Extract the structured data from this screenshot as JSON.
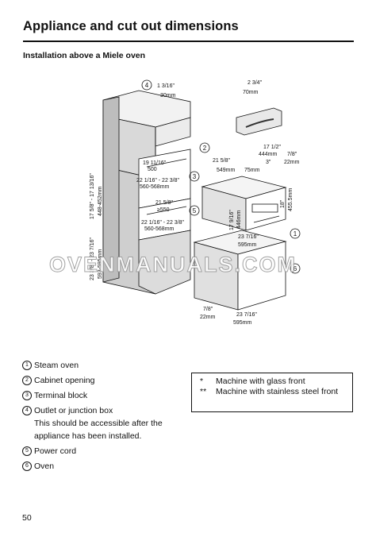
{
  "header": {
    "title": "Appliance and cut out dimensions",
    "subtitle": "Installation above a Miele oven"
  },
  "figure": {
    "callout_numbers": [
      "1",
      "2",
      "3",
      "4",
      "5",
      "6"
    ],
    "dimensions": {
      "top_width_in": "1 3/16\"",
      "top_width_mm": "30mm",
      "handle_depth_in": "2 3/4\"",
      "handle_depth_mm": "70mm",
      "appl_depth_in": "17 1/2\"",
      "appl_depth_mm": "444mm",
      "front_in": "7/8\"",
      "front_mm": "22mm",
      "cab_depth_in": "21 5/8\"",
      "cab_depth_mm": "549mm",
      "panel_in": "3\"",
      "panel_mm": "75mm",
      "height_in": "18\"",
      "height_mm": "455.5mm",
      "opening_depth_in": "19 11/16\"",
      "opening_depth_mm": "500",
      "opening_width_in": "22 1/16\" - 22 3/8\"",
      "opening_width_mm": "560-568mm",
      "mid_depth_in": "21 5/8\"",
      "mid_depth_mm": "≥550",
      "mid_width_in": "22 1/16\" - 22 3/8\"",
      "mid_width_mm": "560-568mm",
      "front_height_in": "17 9/16\"",
      "front_height_mm": "446mm",
      "width_in": "23 7/16\"",
      "width_mm": "595mm",
      "niche_upper_in": "17 5/8\" - 17 13/16\"",
      "niche_upper_mm": "448-452mm",
      "niche_lower_in": "23 3/8\" - 23 7/16\"",
      "niche_lower_mm": "593-595mm",
      "oven_front_in": "7/8\"",
      "oven_front_mm": "22mm",
      "oven_width_in": "23 7/16\"",
      "oven_width_mm": "595mm"
    }
  },
  "watermark": "OVENMANUALS.COM",
  "legend": [
    {
      "num": "1",
      "text": "Steam oven"
    },
    {
      "num": "2",
      "text": "Cabinet opening"
    },
    {
      "num": "3",
      "text": "Terminal block"
    },
    {
      "num": "4",
      "text": "Outlet or junction box\nThis should be accessible after the\nappliance has been installed."
    },
    {
      "num": "5",
      "text": "Power cord"
    },
    {
      "num": "6",
      "text": "Oven"
    }
  ],
  "notes": [
    {
      "mark": "*",
      "text": "Machine with glass front"
    },
    {
      "mark": "**",
      "text": "Machine with stainless steel front"
    }
  ],
  "page_number": "50"
}
